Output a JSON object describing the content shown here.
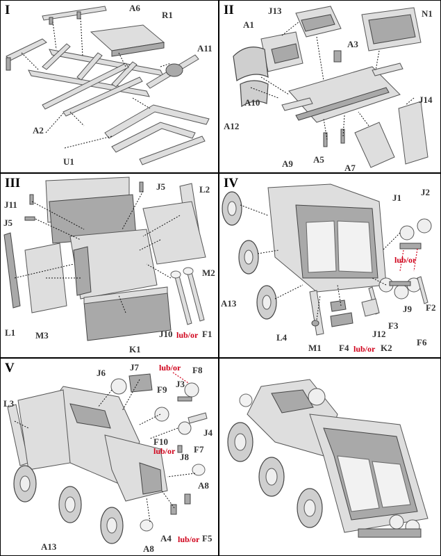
{
  "panels": {
    "p1": {
      "numeral": "I",
      "labels": {
        "a6": "A6",
        "r1": "R1",
        "a11": "A11",
        "a2": "A2",
        "u1": "U1"
      }
    },
    "p2": {
      "numeral": "II",
      "labels": {
        "j13": "J13",
        "n1": "N1",
        "a1": "A1",
        "a3": "A3",
        "a10": "A10",
        "a12": "A12",
        "j14": "J14",
        "a9": "A9",
        "a5": "A5",
        "a7": "A7"
      }
    },
    "p3": {
      "numeral": "III",
      "labels": {
        "j5a": "J5",
        "l2": "L2",
        "j11": "J11",
        "j5b": "J5",
        "m2": "M2",
        "l1": "L1",
        "m3": "M3",
        "j10": "J10",
        "f1": "F1",
        "k1": "K1"
      },
      "red": {
        "lub": "lub/or"
      }
    },
    "p4": {
      "numeral": "IV",
      "labels": {
        "j1": "J1",
        "j2": "J2",
        "a13": "A13",
        "j9": "J9",
        "f2": "F2",
        "f3": "F3",
        "j12": "J12",
        "l4": "L4",
        "m1": "M1",
        "f4": "F4",
        "k2": "K2",
        "f6": "F6"
      },
      "red": {
        "lub1": "lub/or",
        "lub2": "lub/or"
      }
    },
    "p5": {
      "numeral": "V",
      "labels": {
        "j6": "J6",
        "j7": "J7",
        "f8": "F8",
        "l3": "L3",
        "f9": "F9",
        "j3": "J3",
        "j4": "J4",
        "f10": "F10",
        "f7": "F7",
        "j8": "J8",
        "a8a": "A8",
        "a13": "A13",
        "a4": "A4",
        "f5": "F5",
        "a8b": "A8"
      },
      "red": {
        "lub1": "lub/or",
        "lub2": "lub/or",
        "lub3": "lub/or"
      }
    }
  },
  "colors": {
    "label": "#333333",
    "accent_red": "#d0021b",
    "grid": "#000000",
    "part_light": "#dedede",
    "part_dark": "#a9a9a9"
  }
}
